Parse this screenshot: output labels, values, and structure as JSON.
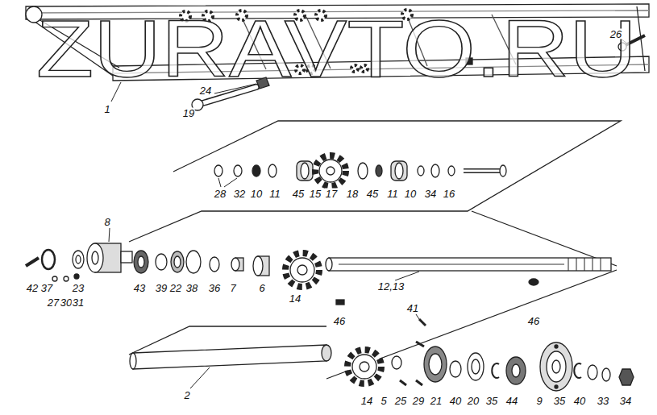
{
  "diagram": {
    "labels": [
      "26",
      "1",
      "24",
      "19",
      "28",
      "32",
      "10",
      "11",
      "45",
      "15",
      "17",
      "18",
      "45",
      "11",
      "10",
      "34",
      "16",
      "8",
      "42",
      "37",
      "23",
      "27",
      "30",
      "31",
      "43",
      "39",
      "22",
      "38",
      "36",
      "7",
      "6",
      "14",
      "46",
      "12,13",
      "41",
      "46",
      "2",
      "14",
      "5",
      "25",
      "29",
      "21",
      "40",
      "20",
      "35",
      "44",
      "9",
      "35",
      "40",
      "33",
      "34",
      "ZURAVTO.RU"
    ]
  }
}
